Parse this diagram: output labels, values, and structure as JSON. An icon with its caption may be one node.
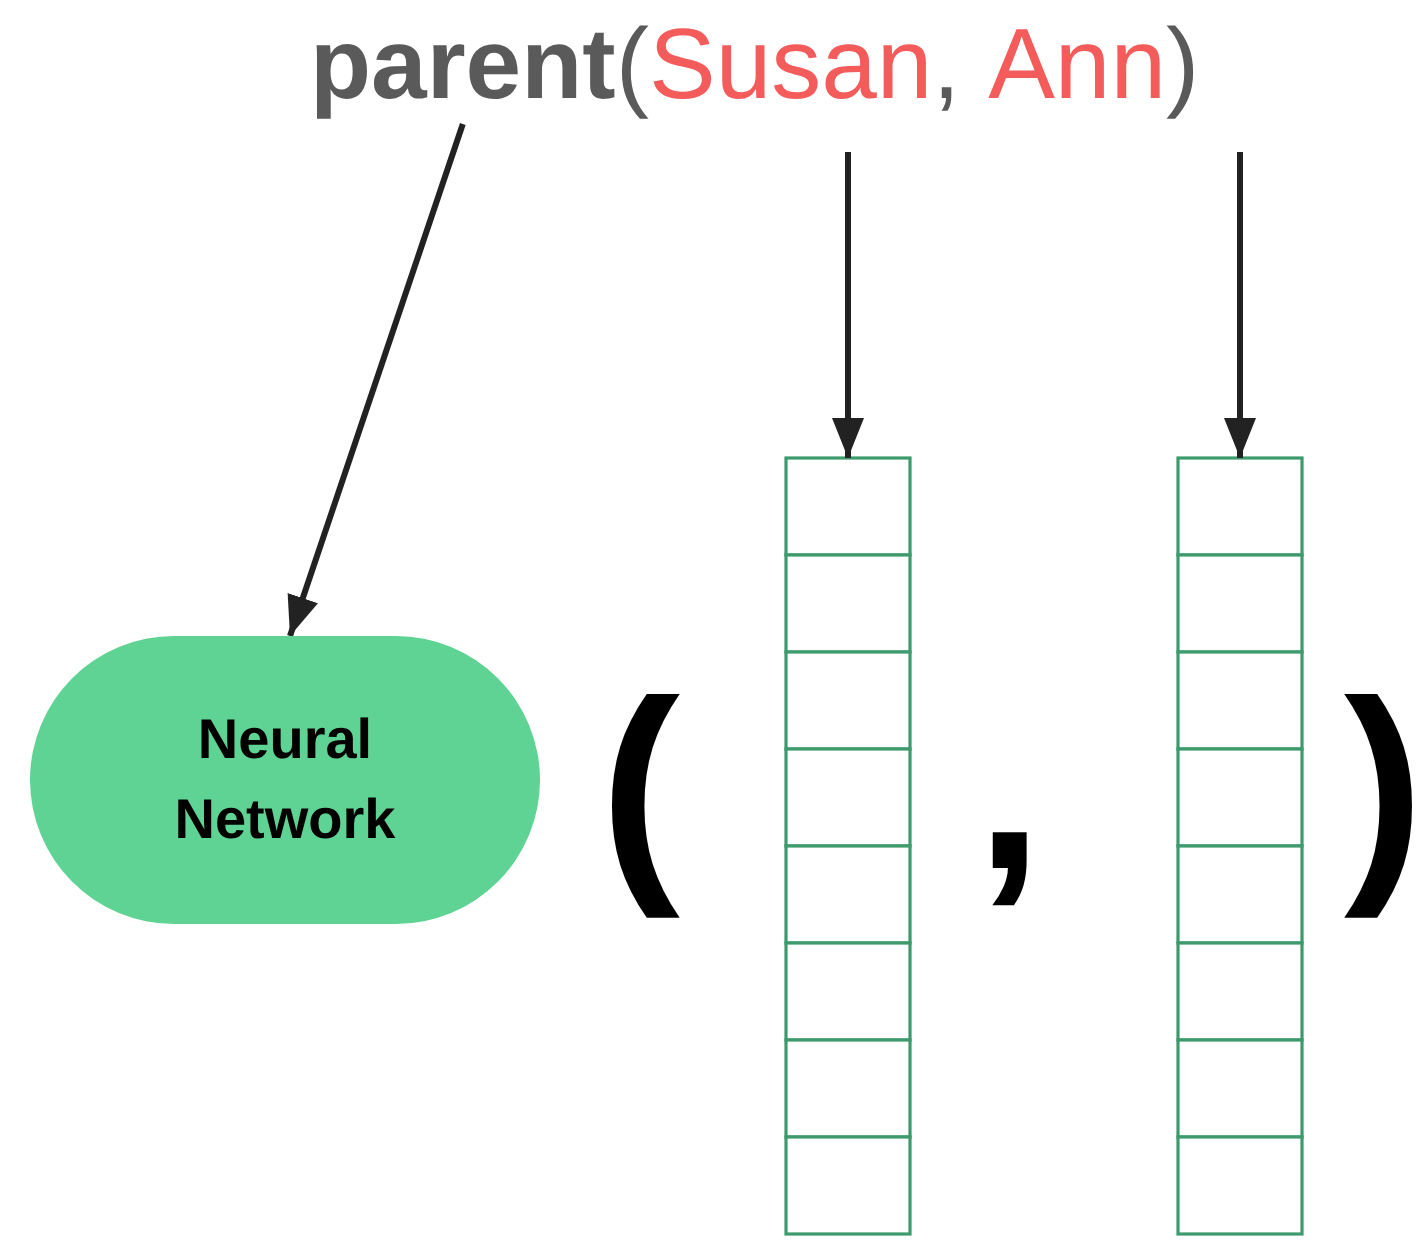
{
  "diagram": {
    "nodes": [
      {
        "text": [
          "parent"
        ]
      },
      {
        "text": [
          "Susan"
        ]
      },
      {
        "text": [
          "Ann"
        ]
      },
      {
        "text": [
          "Neural Network"
        ]
      },
      {
        "text": [],
        "shape": "bar"
      },
      {
        "text": [],
        "shape": "bar"
      }
    ],
    "edges": [
      {
        "from": 0,
        "to": 3,
        "arrow": "to"
      },
      {
        "from": 1,
        "to": 4,
        "arrow": "to"
      },
      {
        "from": 2,
        "to": 5,
        "arrow": "to"
      }
    ],
    "labels": [
      "(",
      ",",
      ")",
      "(",
      ",",
      ")"
    ]
  }
}
